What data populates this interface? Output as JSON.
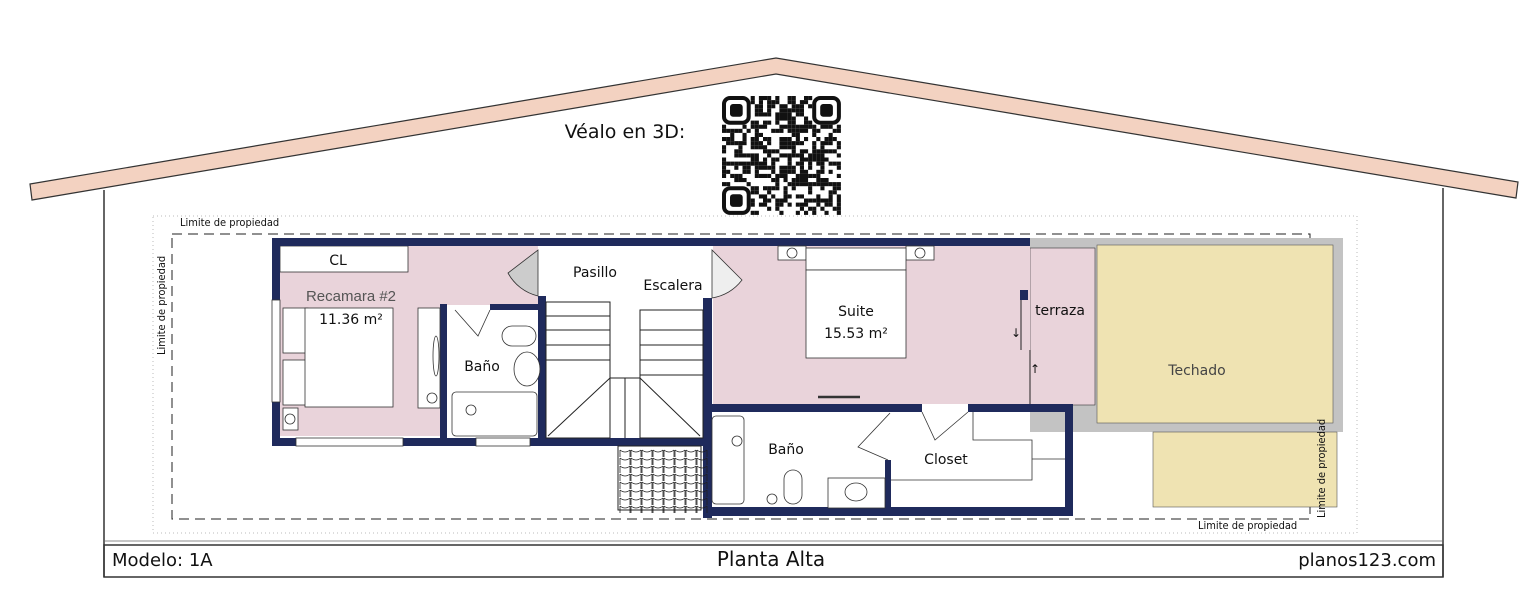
{
  "header": {
    "qr_prompt": "Véalo en 3D:"
  },
  "property_labels": {
    "top": "Limite de propiedad",
    "left": "Limite de propiedad",
    "right": "Limite de propiedad",
    "bottom": "Limite de propiedad"
  },
  "rooms": {
    "closet_left": "CL",
    "bedroom2": {
      "name": "Recamara #2",
      "area": "11.36 m²"
    },
    "bath_left": "Baño",
    "hallway": "Pasillo",
    "stairs": "Escalera",
    "suite": {
      "name": "Suite",
      "area": "15.53 m²"
    },
    "terrace": "terraza",
    "roofed": "Techado",
    "bath_right": "Baño",
    "closet_right": "Closet"
  },
  "footer": {
    "model": "Modelo: 1A",
    "title": "Planta Alta",
    "site": "planos123.com"
  },
  "colors": {
    "wall": "#1f2a5c",
    "room_fill": "#e9d3da",
    "roof": "#f3d2c1",
    "techado": "#efe3b2",
    "techado_border": "#c3c3c3"
  }
}
